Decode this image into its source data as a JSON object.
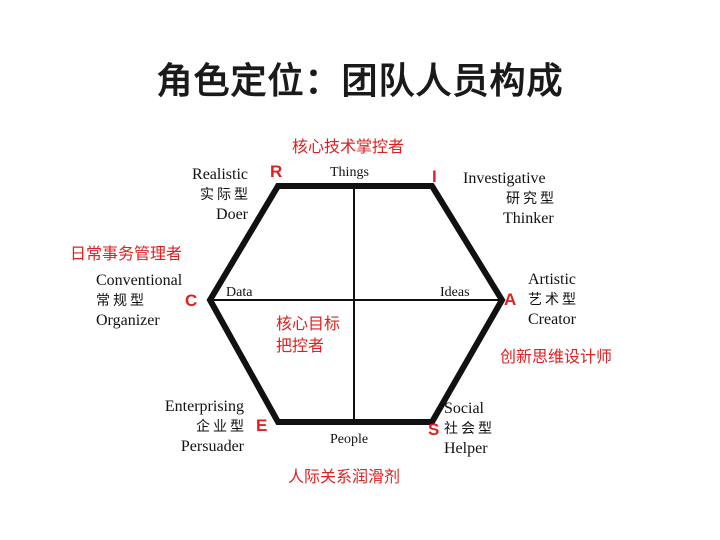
{
  "title": "角色定位：团队人员构成",
  "axes": {
    "top": "Things",
    "bottom": "People",
    "left": "Data",
    "right": "Ideas"
  },
  "center_label": [
    "核心目标",
    "把控者"
  ],
  "red_labels": {
    "top": "核心技术掌控者",
    "conventional": "日常事务管理者",
    "artistic": "创新思维设计师",
    "bottom": "人际关系润滑剂"
  },
  "vertices": {
    "R": {
      "letter": "R",
      "en": "Realistic",
      "cn": "实际型",
      "role": "Doer"
    },
    "I": {
      "letter": "I",
      "en": "Investigative",
      "cn": "研究型",
      "role": "Thinker"
    },
    "A": {
      "letter": "A",
      "en": "Artistic",
      "cn": "艺术型",
      "role": "Creator"
    },
    "S": {
      "letter": "S",
      "en": "Social",
      "cn": "社会型",
      "role": "Helper"
    },
    "E": {
      "letter": "E",
      "en": "Enterprising",
      "cn": "企业型",
      "role": "Persuader"
    },
    "C": {
      "letter": "C",
      "en": "Conventional",
      "cn": "常规型",
      "role": "Organizer"
    }
  }
}
